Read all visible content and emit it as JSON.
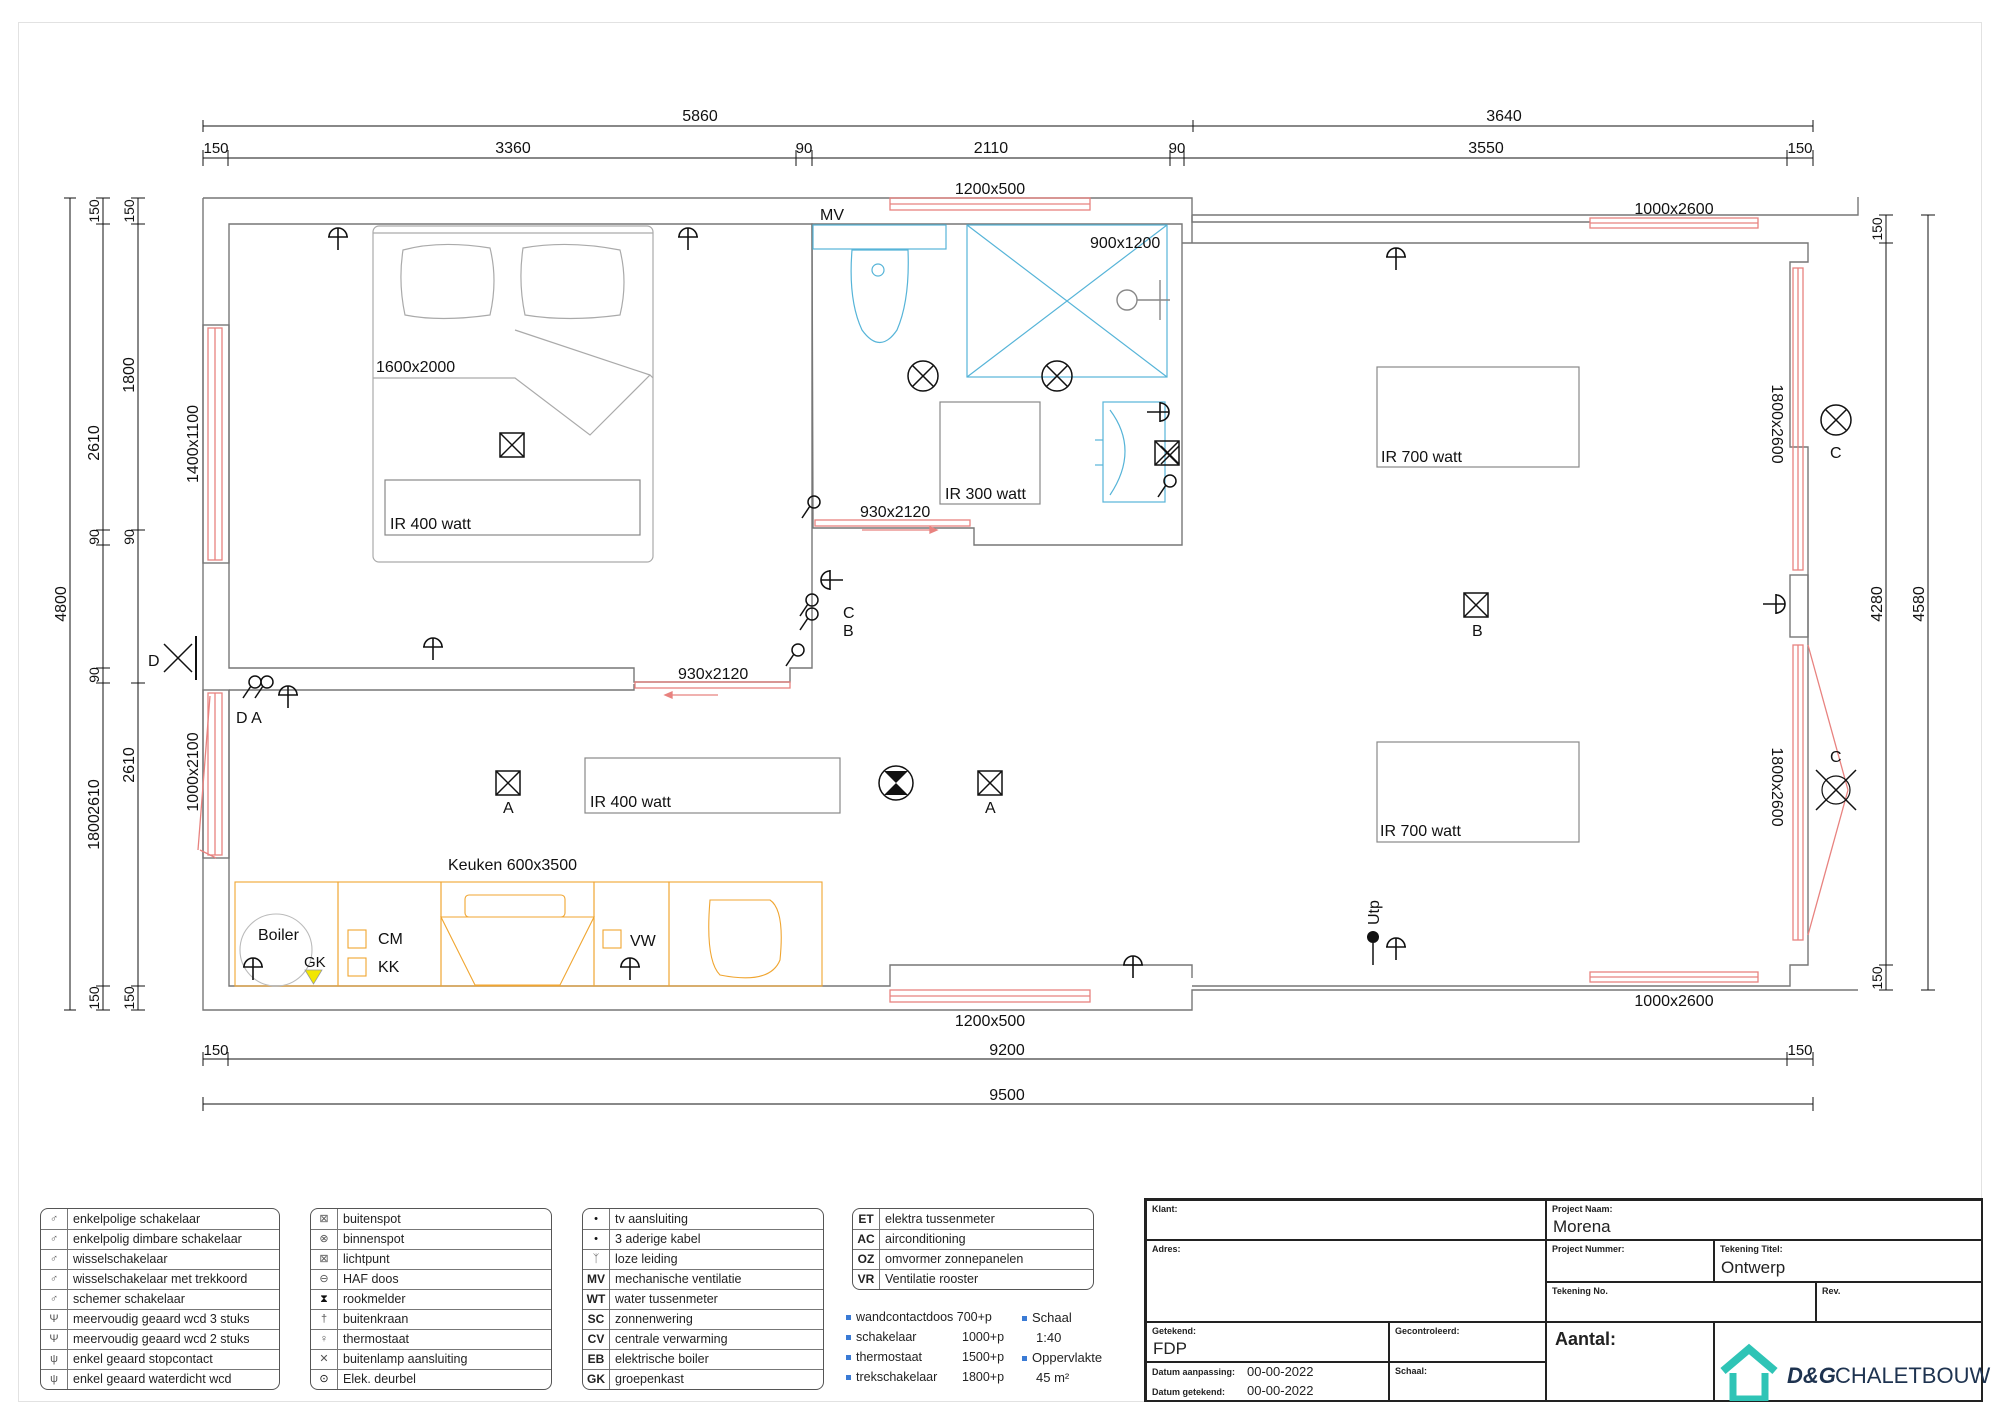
{
  "dims": {
    "top_total_a": "5860",
    "top_total_b": "3640",
    "top_150_l": "150",
    "top_3360": "3360",
    "top_90_a": "90",
    "top_2110": "2110",
    "top_90_b": "90",
    "top_3550": "3550",
    "top_150_r": "150",
    "bottom_150_l": "150",
    "bottom_9200": "9200",
    "bottom_150_r": "150",
    "bottom_9500": "9500",
    "left_4800": "4800",
    "left_150_t": "150",
    "left_2610_a": "2610",
    "left_90_a": "90",
    "left_90_b": "90",
    "left_2610_b": "2610",
    "left_150_b": "150",
    "left2_150_t": "150",
    "left2_1800_a": "1800",
    "left2_90": "90",
    "left2_2610": "2610",
    "left2_1800_b": "1800",
    "left2_150_b": "150",
    "right_150_t": "150",
    "right_4280": "4280",
    "right_150_b": "150",
    "right_4580": "4580"
  },
  "labels": {
    "win_top_1": "1200x500",
    "win_top_2": "1000x2600",
    "win_bot_1": "1200x500",
    "win_bot_2": "1000x2600",
    "win_left_1": "1400x1100",
    "win_left_2": "1000x2100",
    "win_right_1": "1800x2600",
    "win_right_2": "1800x2600",
    "mv": "MV",
    "shower": "900x1200",
    "bed": "1600x2000",
    "door_1": "930x2120",
    "door_2": "930x2120",
    "ir_bed": "IR 400 watt",
    "ir_bath": "IR 300 watt",
    "ir_living": "IR 400 watt",
    "ir_r1": "IR 700 watt",
    "ir_r2": "IR 700 watt",
    "kitchen": "Keuken 600x3500",
    "boiler": "Boiler",
    "gk": "GK",
    "cm": "CM",
    "kk": "KK",
    "vw": "VW",
    "utp": "Utp",
    "sw_c": "C",
    "sw_b": "B",
    "sw_d": "D",
    "sw_da": "D A",
    "lamp_a1": "A",
    "lamp_a2": "A",
    "lamp_b": "B",
    "lamp_c1": "C",
    "lamp_c2": "C"
  },
  "legend_cols": [
    [
      "enkelpolige schakelaar",
      "enkelpolig dimbare schakelaar",
      "wisselschakelaar",
      "wisselschakelaar met trekkoord",
      "schemer schakelaar",
      "meervoudig geaard wcd 3 stuks",
      "meervoudig geaard wcd 2 stuks",
      "enkel geaard stopcontact",
      "enkel geaard waterdicht wcd"
    ],
    [
      "buitenspot",
      "binnenspot",
      "lichtpunt",
      "HAF doos",
      "rookmelder",
      "buitenkraan",
      "thermostaat",
      "buitenlamp aansluiting",
      "Elek. deurbel"
    ],
    [
      "tv aansluiting",
      "3 aderige kabel",
      "loze leiding",
      "mechanische ventilatie",
      "water tussenmeter",
      "zonnenwering",
      "centrale verwarming",
      "elektrische boiler",
      "groepenkast"
    ],
    [
      "elektra tussenmeter",
      "airconditioning",
      "omvormer zonnepanelen",
      "Ventilatie rooster"
    ]
  ],
  "legend_codes": {
    "c3": [
      "",
      "",
      "",
      "MV",
      "WT",
      "SC",
      "CV",
      "EB",
      "GK"
    ],
    "c4": [
      "ET",
      "AC",
      "OZ",
      "VR"
    ]
  },
  "legend_icons": {
    "c1": [
      "switch-icon",
      "dimmer-switch-icon",
      "changeover-switch-icon",
      "pull-cord-switch-icon",
      "twilight-switch-icon",
      "socket-3-icon",
      "socket-2-icon",
      "socket-icon",
      "waterproof-socket-icon"
    ],
    "c2": [
      "outdoor-spot-icon",
      "indoor-spot-icon",
      "light-point-icon",
      "haf-box-icon",
      "smoke-detector-icon",
      "outdoor-tap-icon",
      "thermostat-icon",
      "outdoor-lamp-icon",
      "doorbell-icon"
    ]
  },
  "notes": {
    "h1": "wandcontactdoos 700+p",
    "h2": "schakelaar",
    "h2v": "1000+p",
    "h3": "thermostaat",
    "h3v": "1500+p",
    "h4": "trekschakelaar",
    "h4v": "1800+p",
    "s1": "Schaal",
    "s2": "1:40",
    "s3": "Oppervlakte",
    "s4": "45 m²"
  },
  "titleblock": {
    "klant_label": "Klant:",
    "adres_label": "Adres:",
    "project_naam_label": "Project Naam:",
    "project_naam": "Morena",
    "project_nummer_label": "Project Nummer:",
    "tekening_titel_label": "Tekening Titel:",
    "tekening_titel": "Ontwerp",
    "tekening_no_label": "Tekening No.",
    "rev_label": "Rev.",
    "getekend_label": "Getekend:",
    "getekend": "FDP",
    "gecontroleerd_label": "Gecontroleerd:",
    "aanpassing_label": "Datum aanpassing:",
    "aanpassing": "00-00-2022",
    "datum_label": "Datum getekend:",
    "datum": "00-00-2022",
    "schaal_label": "Schaal:",
    "aantal_label": "Aantal:",
    "logo_text_a": "D&G",
    "logo_text_b": "CHALETBOUW"
  },
  "colors": {
    "wall": "#777777",
    "window": "#e8827f",
    "sanitary": "#56b4d8",
    "kitchen": "#f0a530",
    "dim": "#111111",
    "accent_logo": "#2fc4b6"
  }
}
